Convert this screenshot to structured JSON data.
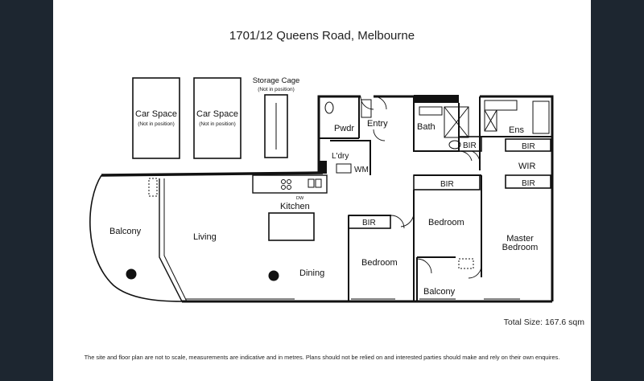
{
  "title": "1701/12 Queens Road, Melbourne",
  "total_size": "Total Size: 167.6 sqm",
  "disclaimer": "The site and floor plan are not to scale, measurements are indicative and in metres. Plans should not be relied on and interested parties should make and rely on their own enquires.",
  "areas": {
    "car_space_1": {
      "name": "Car Space",
      "note": "(Not in position)"
    },
    "car_space_2": {
      "name": "Car Space",
      "note": "(Not in position)"
    },
    "storage_cage": {
      "name": "Storage Cage",
      "note": "(Not in position)"
    }
  },
  "rooms": {
    "pwdr": "Pwdr",
    "entry": "Entry",
    "bath": "Bath",
    "ens": "Ens",
    "laundry": "L'dry",
    "wm": "WM",
    "bir_bath": "BIR",
    "bir_ens": "BIR",
    "wir": "WIR",
    "bir_wir": "BIR",
    "bir_bed2": "BIR",
    "bir_bed3": "BIR",
    "kitchen": "Kitchen",
    "dw": "DW",
    "balcony_main": "Balcony",
    "living": "Living",
    "dining": "Dining",
    "bedroom_2": "Bedroom",
    "bedroom_3": "Bedroom",
    "balcony_small": "Balcony",
    "master_bedroom_line1": "Master",
    "master_bedroom_line2": "Bedroom"
  },
  "colors": {
    "wall": "#111111",
    "background": "#ffffff",
    "sidebar": "#1d2630"
  }
}
